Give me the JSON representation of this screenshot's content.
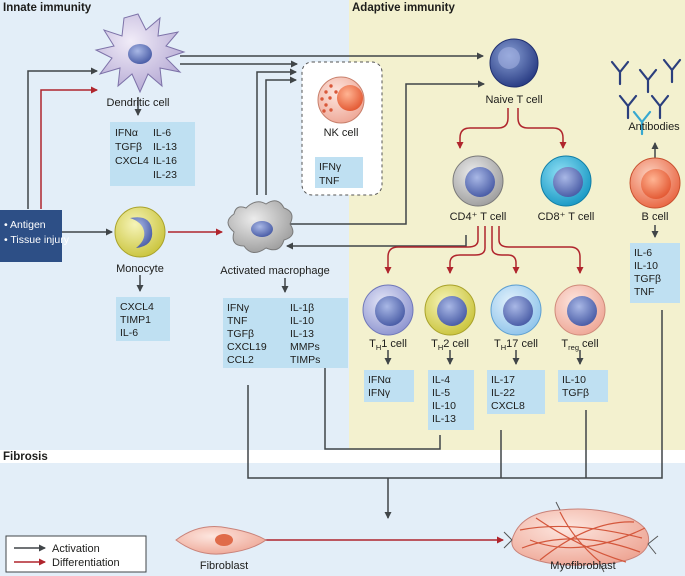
{
  "sections": {
    "innate": "Innate immunity",
    "adaptive": "Adaptive immunity",
    "fibrosis": "Fibrosis"
  },
  "trigger": {
    "items": [
      "Antigen",
      "Tissue injury"
    ]
  },
  "cells": {
    "dendritic": "Dendritic cell",
    "nk": "NK cell",
    "naive_t": "Naive T cell",
    "monocyte": "Monocyte",
    "macrophage": "Activated macrophage",
    "cd4": "CD4⁺ T cell",
    "cd8": "CD8⁺ T cell",
    "b": "B cell",
    "antibodies": "Antibodies",
    "fibroblast": "Fibroblast",
    "myofibroblast": "Myofibroblast"
  },
  "th_cells": {
    "th1": {
      "main": "T",
      "sub": "H",
      "rest": "1 cell"
    },
    "th2": {
      "main": "T",
      "sub": "H",
      "rest": "2 cell"
    },
    "th17": {
      "main": "T",
      "sub": "H",
      "rest": "17 cell"
    },
    "treg": {
      "main": "T",
      "sub": "reg",
      "rest": " cell"
    }
  },
  "mediators": {
    "dendritic": [
      "IFNα",
      "TGFβ",
      "CXCL4",
      "IL-6",
      "IL-13",
      "IL-16",
      "IL-23"
    ],
    "nk": [
      "IFNγ",
      "TNF"
    ],
    "monocyte": [
      "CXCL4",
      "TIMP1",
      "IL-6"
    ],
    "macrophage": [
      "IFNγ",
      "TNF",
      "TGFβ",
      "CXCL19",
      "CCL2",
      "IL-1β",
      "IL-10",
      "IL-13",
      "MMPs",
      "TIMPs"
    ],
    "th1": [
      "IFNα",
      "IFNγ"
    ],
    "th2": [
      "IL-4",
      "IL-5",
      "IL-10",
      "IL-13"
    ],
    "th17": [
      "IL-17",
      "IL-22",
      "CXCL8"
    ],
    "treg": [
      "IL-10",
      "TGFβ"
    ],
    "b": [
      "IL-6",
      "IL-10",
      "TGFβ",
      "TNF"
    ]
  },
  "legend": {
    "activation": "Activation",
    "differentiation": "Differentiation",
    "activation_color": "#404548",
    "differentiation_color": "#b0252d"
  }
}
